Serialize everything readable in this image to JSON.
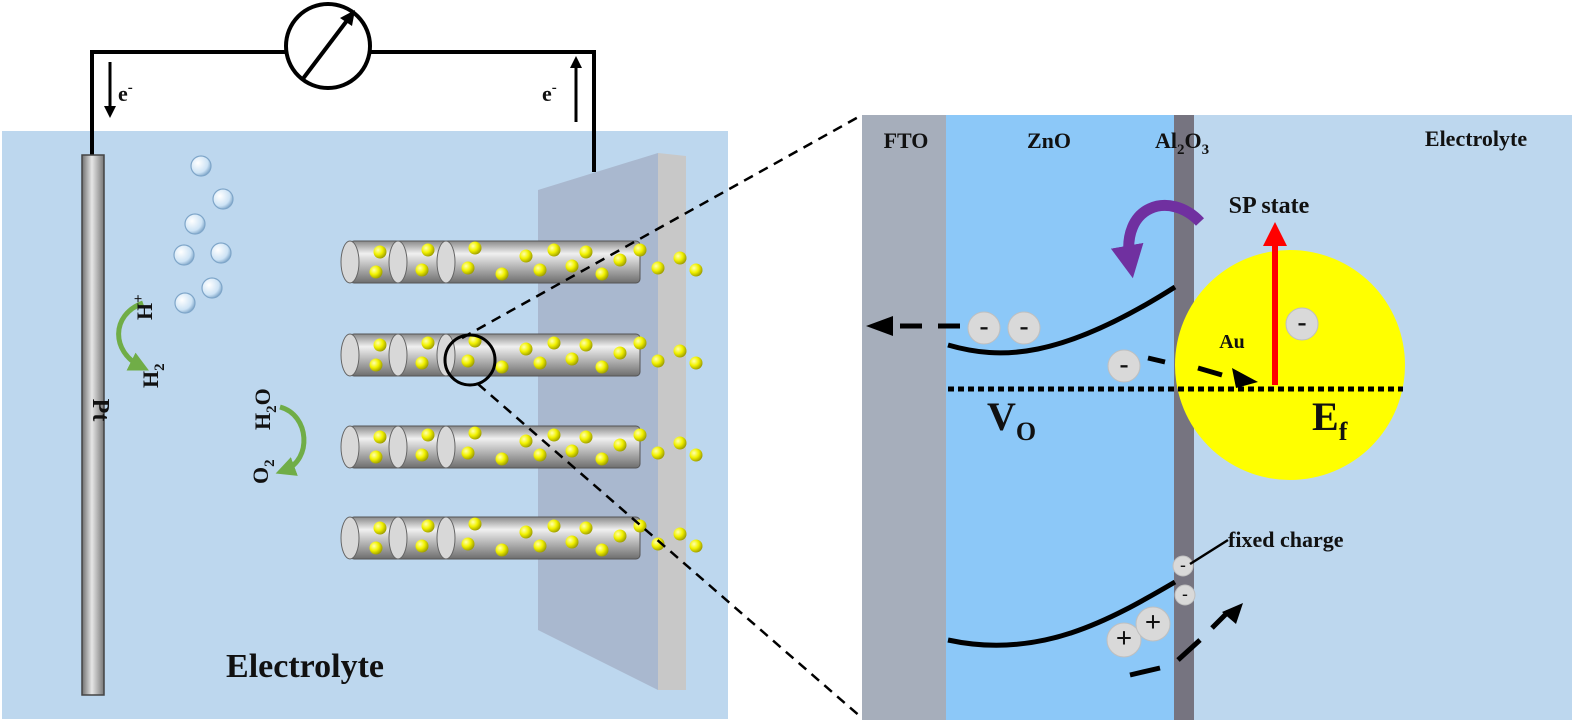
{
  "cell": {
    "electrolyte_label": "Electrolyte",
    "electron_left": "e",
    "electron_right": "e",
    "electron_sup": "-",
    "pt_label": "Pt",
    "hplus": {
      "base": "H",
      "sup": "+"
    },
    "h2": {
      "base": "H",
      "sub": "2"
    },
    "h2o": {
      "base": "H",
      "sub": "2",
      "tail": "O"
    },
    "o2": {
      "base": "O",
      "sub": "2"
    }
  },
  "band": {
    "fto": "FTO",
    "zno": "ZnO",
    "al2o3": {
      "a": "Al",
      "s1": "2",
      "b": "O",
      "s2": "3"
    },
    "electrolyte": "Electrolyte",
    "sp_state": "SP state",
    "au": "Au",
    "vo": {
      "base": "V",
      "sub": "O"
    },
    "ef": {
      "base": "E",
      "sub": "f"
    },
    "fixed_charge": "fixed charge",
    "minus": "-",
    "plus": "+"
  },
  "colors": {
    "electrolyte_bg": "#bdd7ee",
    "zno": "#8cc8f8",
    "fto": "#a6aebb",
    "al2o3": "#767480",
    "au": "#ffff00",
    "sp_arrow": "#ff0000",
    "curve_arrow": "#7030a0",
    "reaction_arrow": "#70ad47"
  }
}
